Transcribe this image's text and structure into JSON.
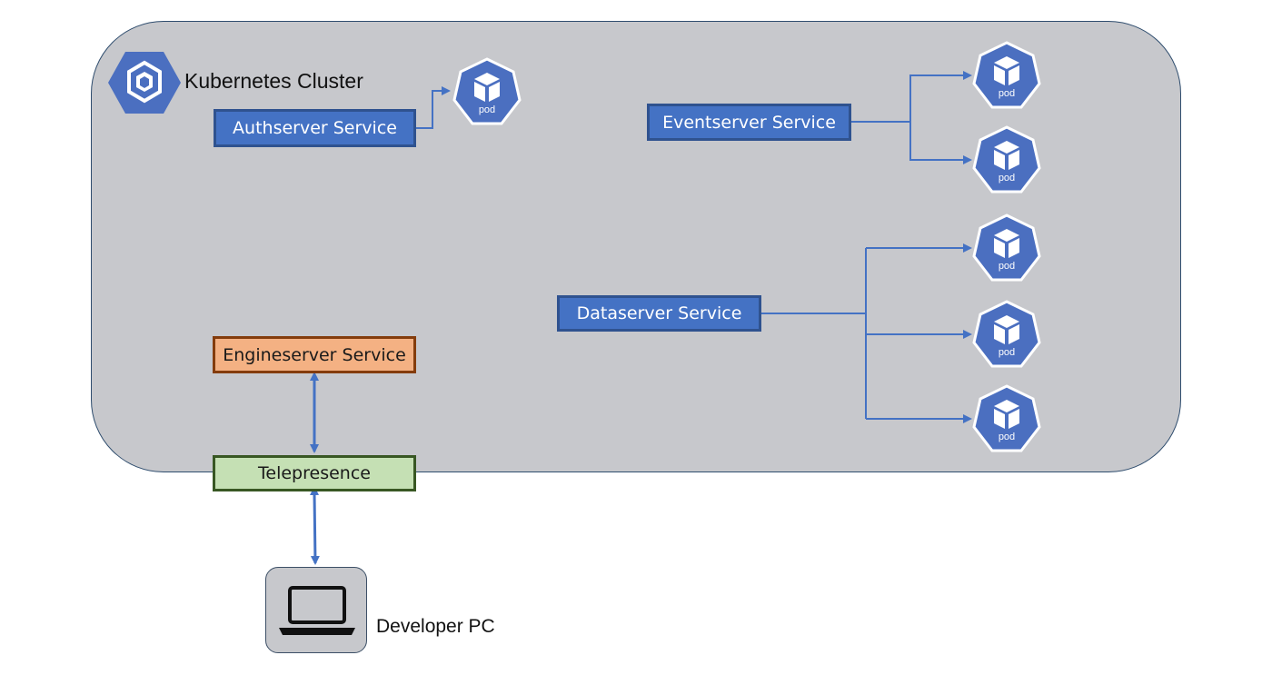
{
  "cluster": {
    "label": "Kubernetes Cluster",
    "logo_icon": "kubernetes-engine-icon"
  },
  "services": {
    "authserver": "Authserver Service",
    "eventserver": "Eventserver Service",
    "dataserver": "Dataserver Service",
    "engineserver": "Engineserver Service",
    "telepresence": "Telepresence"
  },
  "pod_label": "pod",
  "developer": {
    "label": "Developer PC",
    "icon": "laptop-icon"
  },
  "colors": {
    "cluster_fill": "#c7c8cc",
    "service_blue": "#4472c4",
    "engine_orange": "#f4b183",
    "telepresence_green": "#c5e0b4",
    "pod_blue": "#4b6fc0",
    "connector": "#4472c4"
  }
}
